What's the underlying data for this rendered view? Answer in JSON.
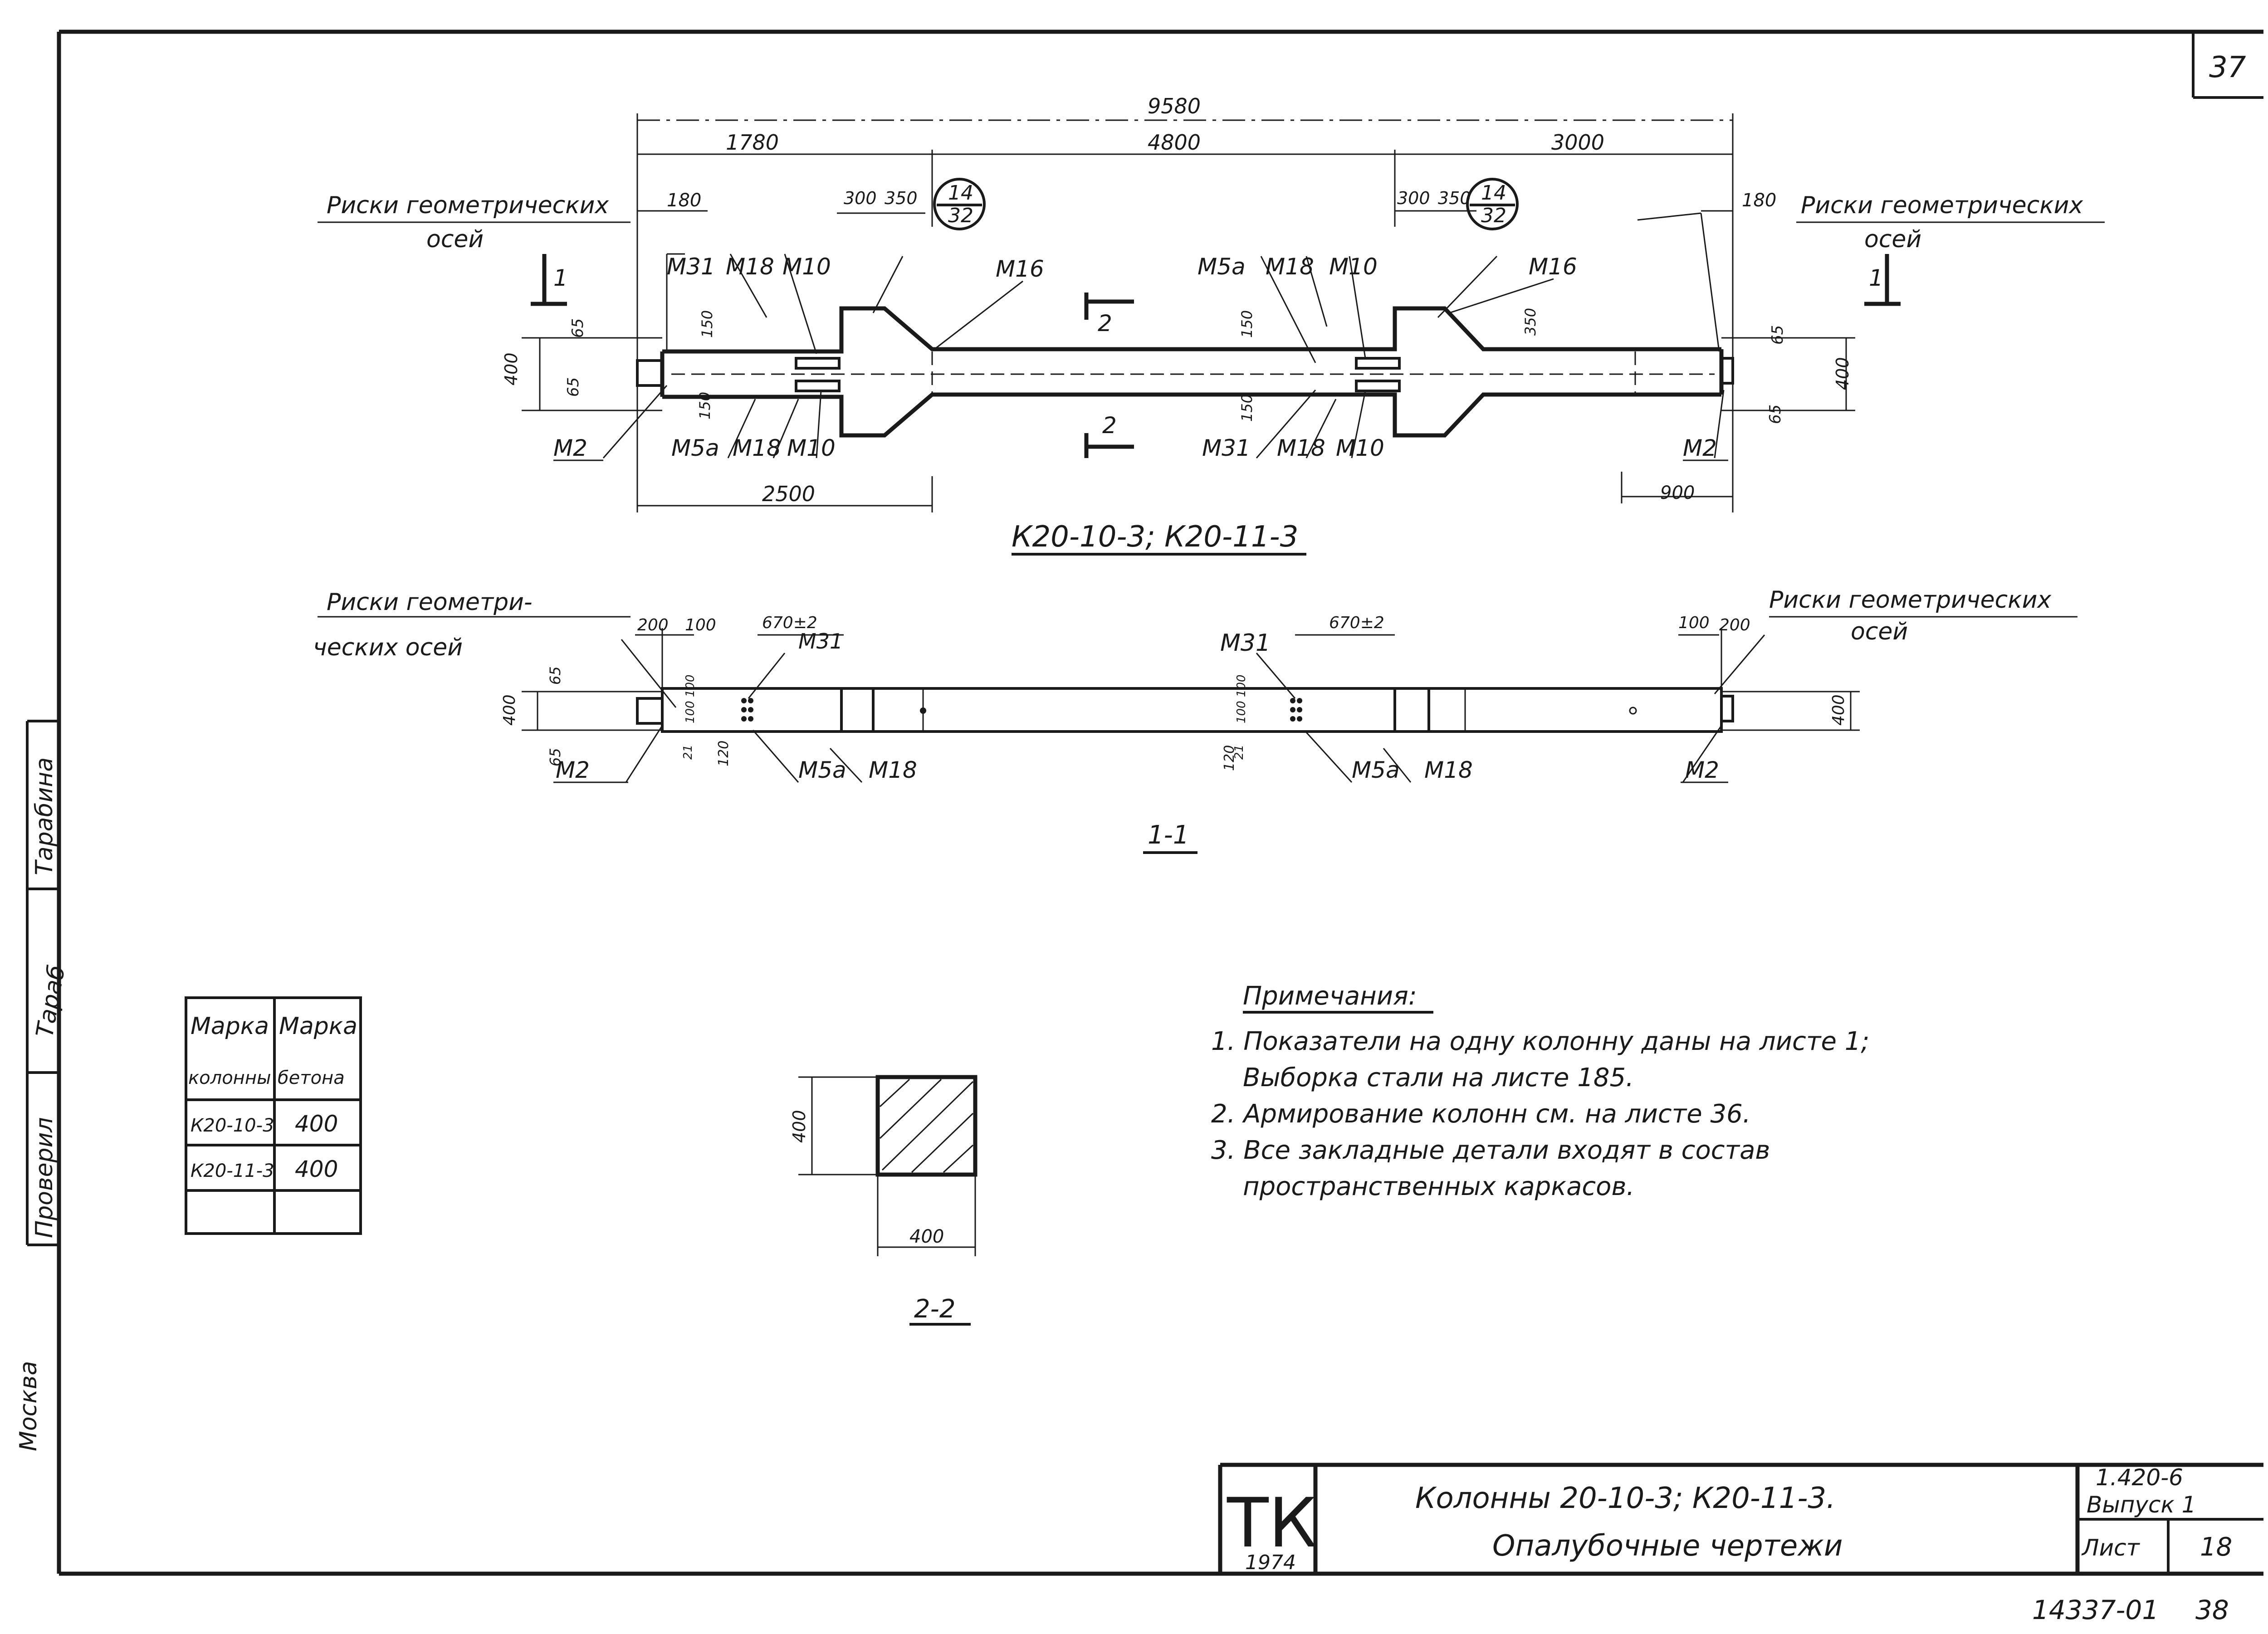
{
  "sheet": {
    "page_number": "37",
    "bottom_code": "14337-01",
    "bottom_page": "38"
  },
  "plan": {
    "title": "К20-10-3; К20-11-3",
    "axes_note_left_1": "Риски геометрических",
    "axes_note_left_2": "осей",
    "axes_note_right_1": "Риски геометрических",
    "axes_note_right_2": "осей",
    "dims": {
      "total": "9580",
      "d1780": "1780",
      "d4800": "4800",
      "d3000": "3000",
      "d180_left": "180",
      "d180_right": "180",
      "d300_left": "300",
      "d350_left": "350",
      "d300_right": "300",
      "d350_right": "350",
      "d2500": "2500",
      "d900": "900",
      "d400_left": "400",
      "d400_right": "400",
      "d65_a": "65",
      "d65_b": "65",
      "d65_c": "65",
      "d65_d": "65",
      "d150_a": "150",
      "d150_b": "150",
      "d150_c": "150",
      "d150_d": "150",
      "d350_v": "350"
    },
    "detail_ref_left": {
      "num": "14",
      "sheet": "32"
    },
    "detail_ref_right": {
      "num": "14",
      "sheet": "32"
    },
    "marks": {
      "m31_top": "М31",
      "m18_top_l": "М18",
      "m10_top_l": "М10",
      "m16_l": "М16",
      "m5a_top": "М5а",
      "m18_top_r": "М18",
      "m10_top_r": "М10",
      "m16_r": "М16",
      "m2_l": "М2",
      "m5a_bot": "М5а",
      "m18_bot_l": "М18",
      "m10_bot_l": "М10",
      "m31_bot": "М31",
      "m18_bot_r": "М18",
      "m10_bot_r": "М10",
      "m2_r": "М2"
    },
    "cut_1": "1",
    "cut_2": "2"
  },
  "section11": {
    "title": "1-1",
    "axes_note_left_1": "Риски геометри-",
    "axes_note_left_2": "ческих осей",
    "axes_note_right_1": "Риски геометрических",
    "axes_note_right_2": "осей",
    "dims": {
      "d200_l": "200",
      "d100_l": "100",
      "d670_l": "670±2",
      "d670_r": "670±2",
      "d100_r": "100",
      "d200_r": "200",
      "d400_l": "400",
      "d400_r": "400",
      "d65_l": "65",
      "d65_l2": "65",
      "d100_100_l": "100 100",
      "d100_100_r": "100 100",
      "d120_l": "120",
      "d120_r": "120",
      "d21_l": "21",
      "d21_r": "21"
    },
    "marks": {
      "m31_l": "М31",
      "m31_r": "М31",
      "m2_l": "М2",
      "m5a_l": "М5а",
      "m18_l": "М18",
      "m5a_r": "М5а",
      "m18_r": "М18",
      "m2_r": "М2"
    }
  },
  "section22": {
    "title": "2-2",
    "dim_h": "400",
    "dim_w": "400"
  },
  "table": {
    "headers": [
      "Марка колонны",
      "Марка бетона"
    ],
    "rows": [
      {
        "col": "К20-10-3",
        "concrete": "400"
      },
      {
        "col": "К20-11-3",
        "concrete": "400"
      }
    ]
  },
  "notes": {
    "title": "Примечания:",
    "n1a": "1. Показатели на одну колонну даны на листе 1;",
    "n1b": "Выборка стали на листе 185.",
    "n2": "2. Армирование колонн см. на листе 36.",
    "n3a": "3. Все закладные детали входят в состав",
    "n3b": "пространственных каркасов."
  },
  "side_stamp": {
    "city": "Москва",
    "checked": "Проверил",
    "signer": "Тарабина",
    "signature": "Тараб"
  },
  "title_block": {
    "logo": "ТК",
    "year": "1974",
    "title_line1": "Колонны 20-10-3; К20-11-3.",
    "title_line2": "Опалубочные чертежи",
    "series": "1.420-6",
    "issue": "Выпуск 1",
    "sheet_label": "Лист",
    "sheet_number": "18"
  }
}
